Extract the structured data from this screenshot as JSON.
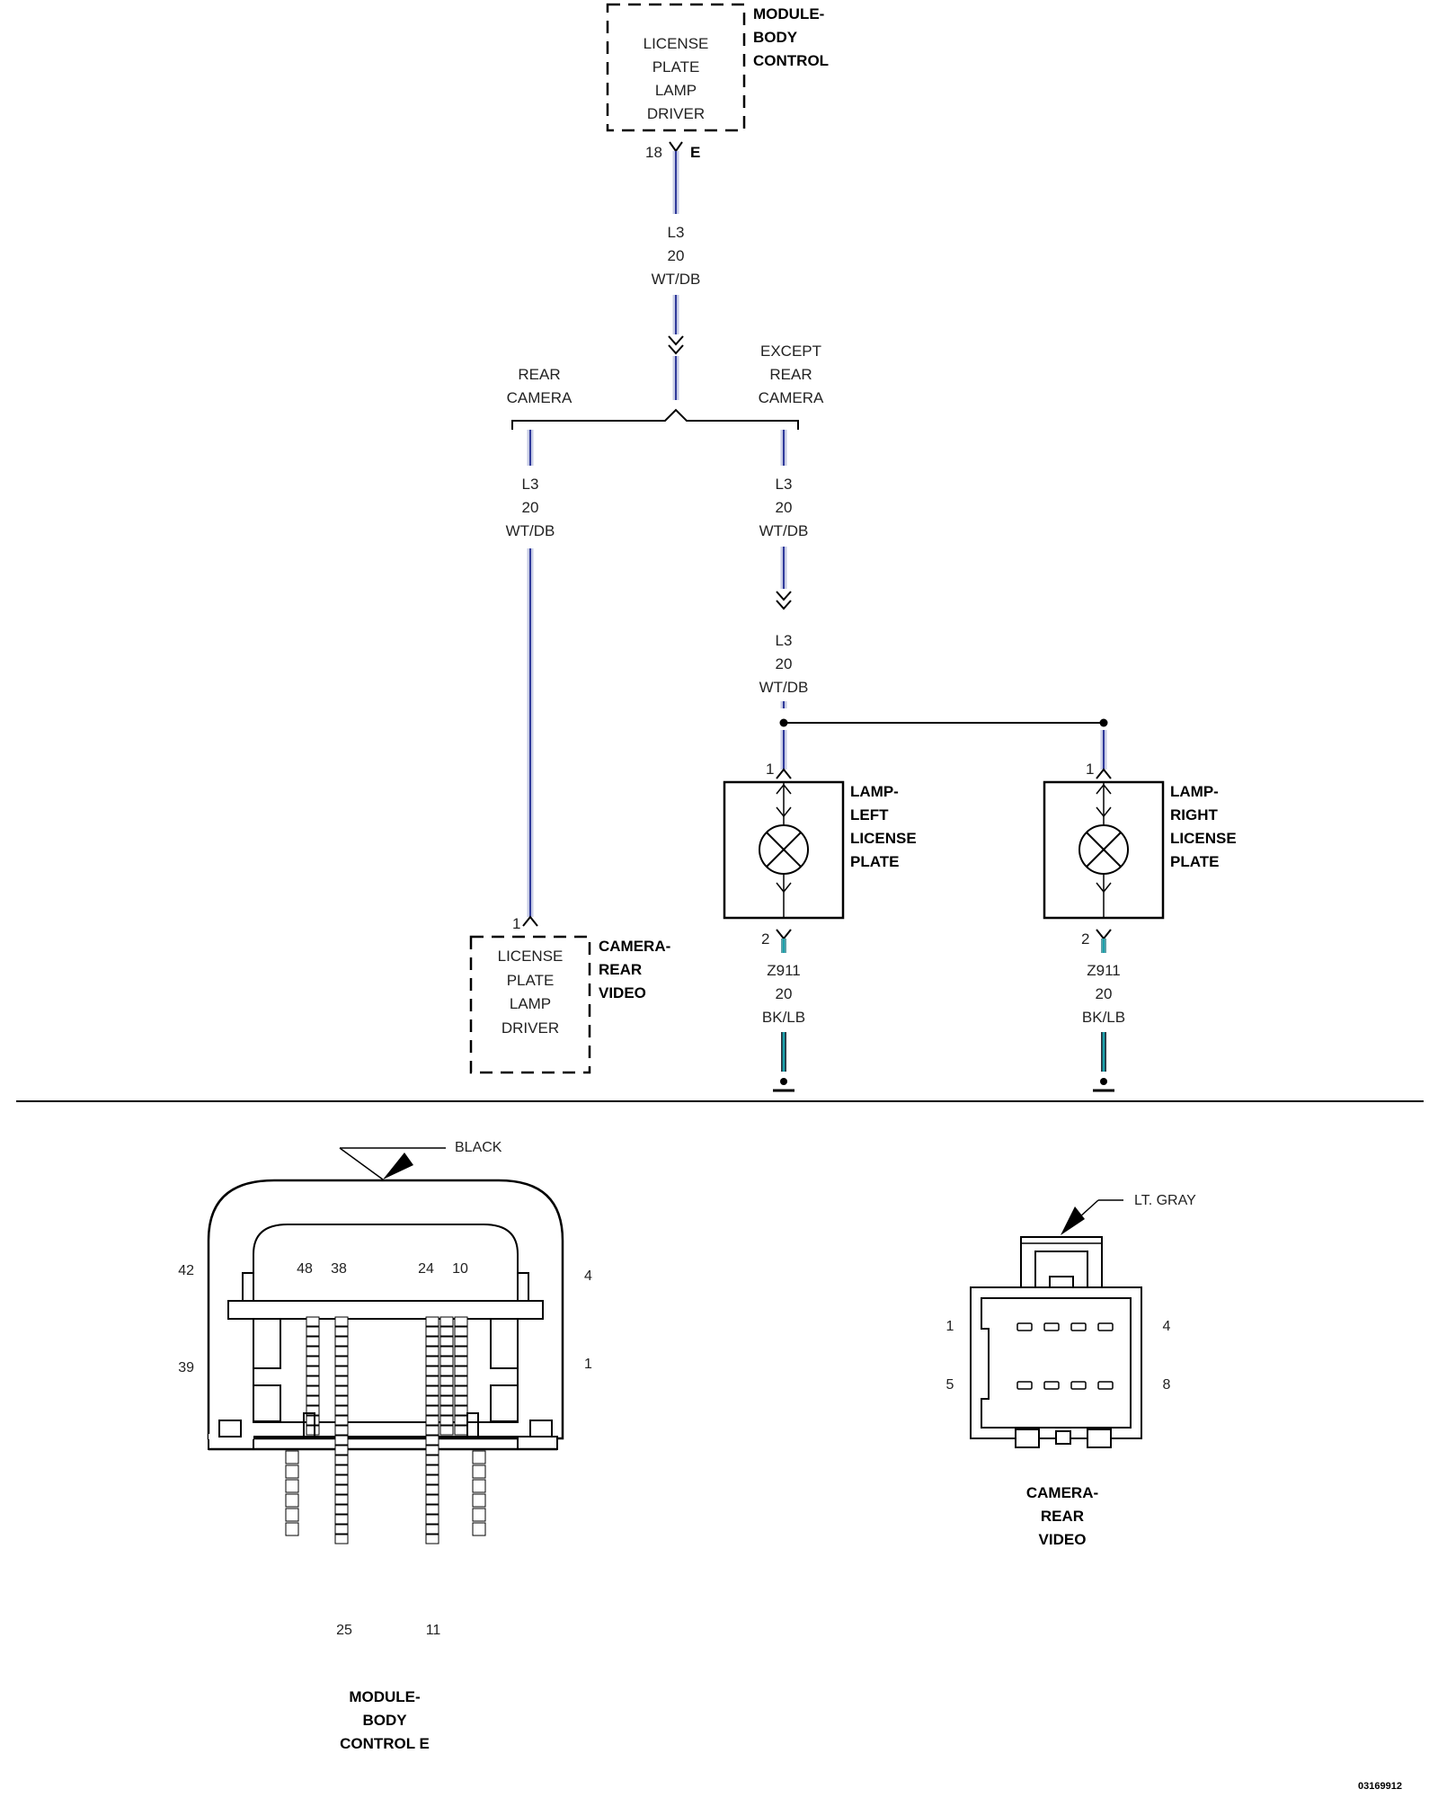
{
  "bcm": {
    "name": [
      "MODULE-",
      "BODY",
      "CONTROL"
    ],
    "driver": [
      "LICENSE",
      "PLATE",
      "LAMP",
      "DRIVER"
    ],
    "pin": "18",
    "connector": "E"
  },
  "wire_main": {
    "circuit": "L3",
    "gauge": "20",
    "color": "WT/DB"
  },
  "branch_rear": [
    "REAR",
    "CAMERA"
  ],
  "branch_except": [
    "EXCEPT",
    "REAR",
    "CAMERA"
  ],
  "wire_rear": {
    "circuit": "L3",
    "gauge": "20",
    "color": "WT/DB"
  },
  "wire_except": {
    "circuit": "L3",
    "gauge": "20",
    "color": "WT/DB"
  },
  "wire_except2": {
    "circuit": "L3",
    "gauge": "20",
    "color": "WT/DB"
  },
  "camera": {
    "name": [
      "CAMERA-",
      "REAR",
      "VIDEO"
    ],
    "driver": [
      "LICENSE",
      "PLATE",
      "LAMP",
      "DRIVER"
    ],
    "pin": "1"
  },
  "lamp_left": {
    "name": [
      "LAMP-",
      "LEFT",
      "LICENSE",
      "PLATE"
    ],
    "pin_top": "1",
    "pin_bottom": "2"
  },
  "lamp_right": {
    "name": [
      "LAMP-",
      "RIGHT",
      "LICENSE",
      "PLATE"
    ],
    "pin_top": "1",
    "pin_bottom": "2"
  },
  "ground_left": {
    "circuit": "Z911",
    "gauge": "20",
    "color": "BK/LB"
  },
  "ground_right": {
    "circuit": "Z911",
    "gauge": "20",
    "color": "BK/LB"
  },
  "bcm_connector": {
    "color": "BLACK",
    "name": [
      "MODULE-",
      "BODY",
      "CONTROL E"
    ],
    "pins_top": [
      "48",
      "38",
      "24",
      "10"
    ],
    "pins_left": [
      "42",
      "39"
    ],
    "pins_right": [
      "4",
      "1"
    ],
    "pins_bottom": [
      "25",
      "11"
    ]
  },
  "camera_connector": {
    "color": "LT. GRAY",
    "name": [
      "CAMERA-",
      "REAR",
      "VIDEO"
    ],
    "pins_left": [
      "1",
      "5"
    ],
    "pins_right": [
      "4",
      "8"
    ]
  },
  "figure_id": "03169912",
  "colors": {
    "wire_white": "#c8cde6",
    "wire_blue": "#303a9a",
    "wire_teal": "#1aa3ad",
    "line": "#000000"
  }
}
